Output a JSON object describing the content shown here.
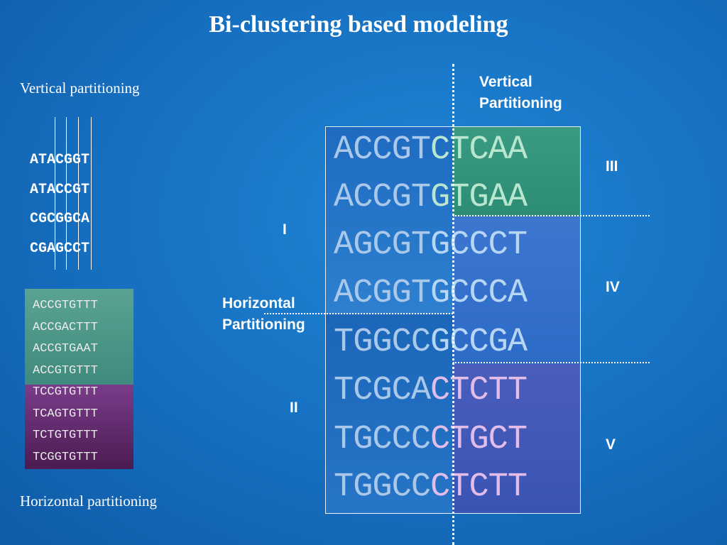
{
  "title": "Bi-clustering based modeling",
  "left": {
    "vertical_label": "Vertical partitioning",
    "horizontal_label": "Horizontal partitioning",
    "sequences": [
      "ATACGGT",
      "ATACCGT",
      "CGCGGCA",
      "CGAGCCT"
    ],
    "block_top": [
      "ACCGTGTTT",
      "ACCGACTTT",
      "ACCGTGAAT",
      "ACCGTGTTT"
    ],
    "block_bottom": [
      "TCCGTGTTT",
      "TCAGTGTTT",
      "TCTGTGTTT",
      "TCGGTGTTT"
    ]
  },
  "right": {
    "vertical_label_line1": "Vertical",
    "vertical_label_line2": "Partitioning",
    "horizontal_label_line1": "Horizontal",
    "horizontal_label_line2": "Partitioning",
    "cluster_labels": {
      "I": "I",
      "II": "II",
      "III": "III",
      "IV": "IV",
      "V": "V"
    },
    "rows_left": [
      "ACCGT",
      "ACCGT",
      "AGCGT",
      "ACGGT",
      "TGGCC",
      "TCGCA",
      "TGCCC",
      "TGGCC"
    ],
    "rows_right": [
      "CTCAA",
      "GTGAA",
      "GCCCT",
      "GCCCA",
      "GCCGA",
      "CTCTT",
      "CTGCT",
      "CTCTT"
    ]
  },
  "colors": {
    "background": "#1873c4",
    "block_top": "#4f9a8c",
    "block_bottom": "#6a2f77",
    "cluster_III": "#3a9a82",
    "cluster_IV": "#3d76cf",
    "cluster_V": "#4a5dbb"
  }
}
